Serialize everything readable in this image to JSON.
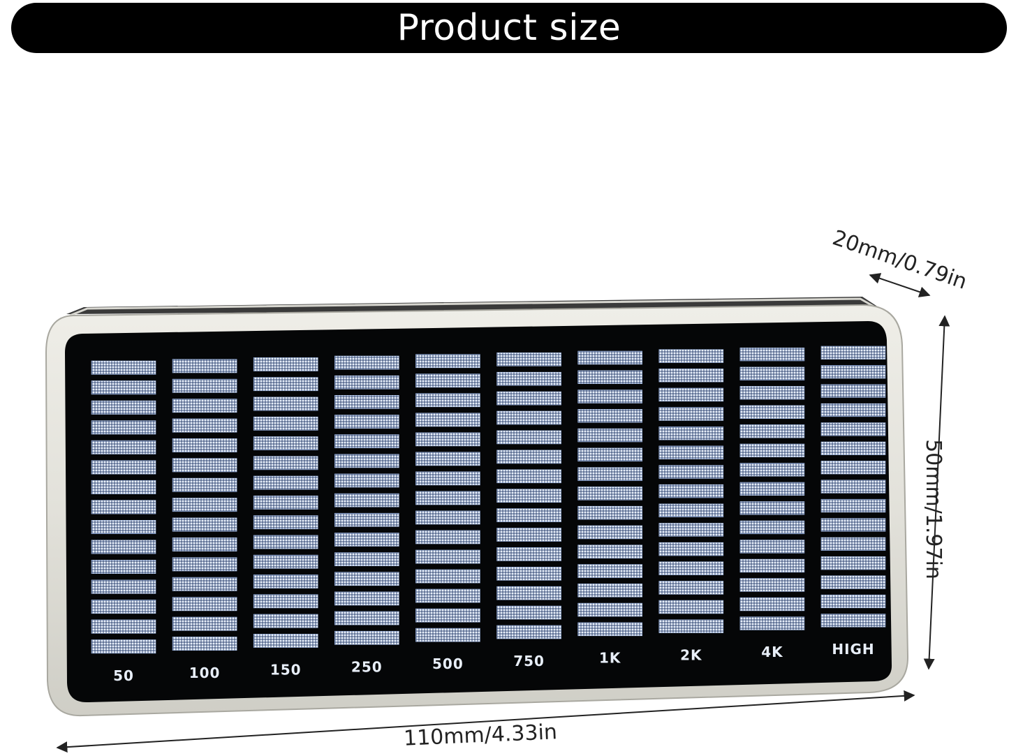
{
  "header": {
    "title": "Product size"
  },
  "dimensions": {
    "depth": "20mm/0.79in",
    "height": "50mm/1.97in",
    "width": "110mm/4.33in"
  },
  "device": {
    "band_labels": [
      "50",
      "100",
      "150",
      "250",
      "500",
      "750",
      "1K",
      "2K",
      "4K",
      "HIGH"
    ],
    "segments_per_band": 15,
    "colors": {
      "frame": "#e4e3dc",
      "frame_edge": "#b9b8b0",
      "screen": "#050607",
      "segment": "#c9d9f2",
      "segment_glow": "#9fb8e6"
    }
  }
}
